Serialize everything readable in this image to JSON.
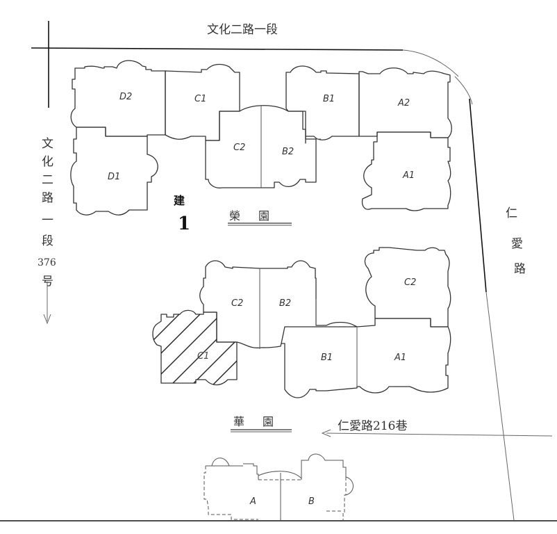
{
  "roads": {
    "top": "文化二路一段",
    "left": [
      "文",
      "化",
      "二",
      "路",
      "一",
      "段",
      "376",
      "号"
    ],
    "right": [
      "仁",
      "愛",
      "路"
    ],
    "bottom_lane": "仁愛路216巷"
  },
  "building_marker": {
    "char": "建",
    "number": "1"
  },
  "gardens": {
    "north": "榮園",
    "south": "華園"
  },
  "complexes": {
    "north": {
      "units": [
        "D2",
        "C1",
        "C2",
        "B2",
        "B1",
        "A2",
        "D1",
        "A1"
      ]
    },
    "middle": {
      "units": [
        "C2",
        "B2",
        "C2",
        "C1",
        "B1",
        "A1"
      ],
      "highlighted_unit": "C1",
      "highlight_style": "diagonal-hatch"
    },
    "south": {
      "units": [
        "A",
        "B"
      ]
    }
  },
  "colors": {
    "ink": "#333333",
    "paper": "#ffffff"
  }
}
